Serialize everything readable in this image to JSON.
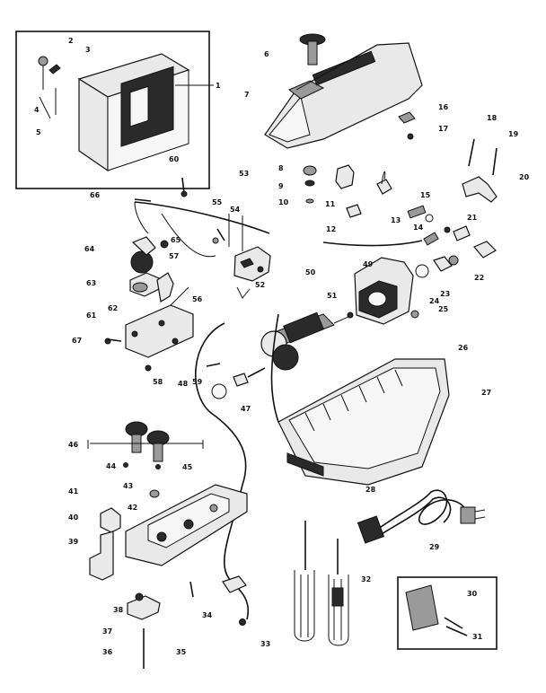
{
  "diagram": {
    "callouts": [
      "1",
      "2",
      "3",
      "4",
      "5",
      "6",
      "7",
      "8",
      "9",
      "10",
      "11",
      "12",
      "13",
      "14",
      "15",
      "16",
      "17",
      "18",
      "19",
      "20",
      "21",
      "22",
      "23",
      "24",
      "25",
      "26",
      "27",
      "28",
      "29",
      "30",
      "31",
      "32",
      "33",
      "34",
      "35",
      "36",
      "37",
      "38",
      "39",
      "40",
      "41",
      "42",
      "43",
      "44",
      "45",
      "46",
      "47",
      "48",
      "49",
      "50",
      "51",
      "52",
      "53",
      "54",
      "55",
      "56",
      "57",
      "58",
      "59",
      "60",
      "61",
      "62",
      "63",
      "64",
      "65",
      "66",
      "67"
    ]
  }
}
